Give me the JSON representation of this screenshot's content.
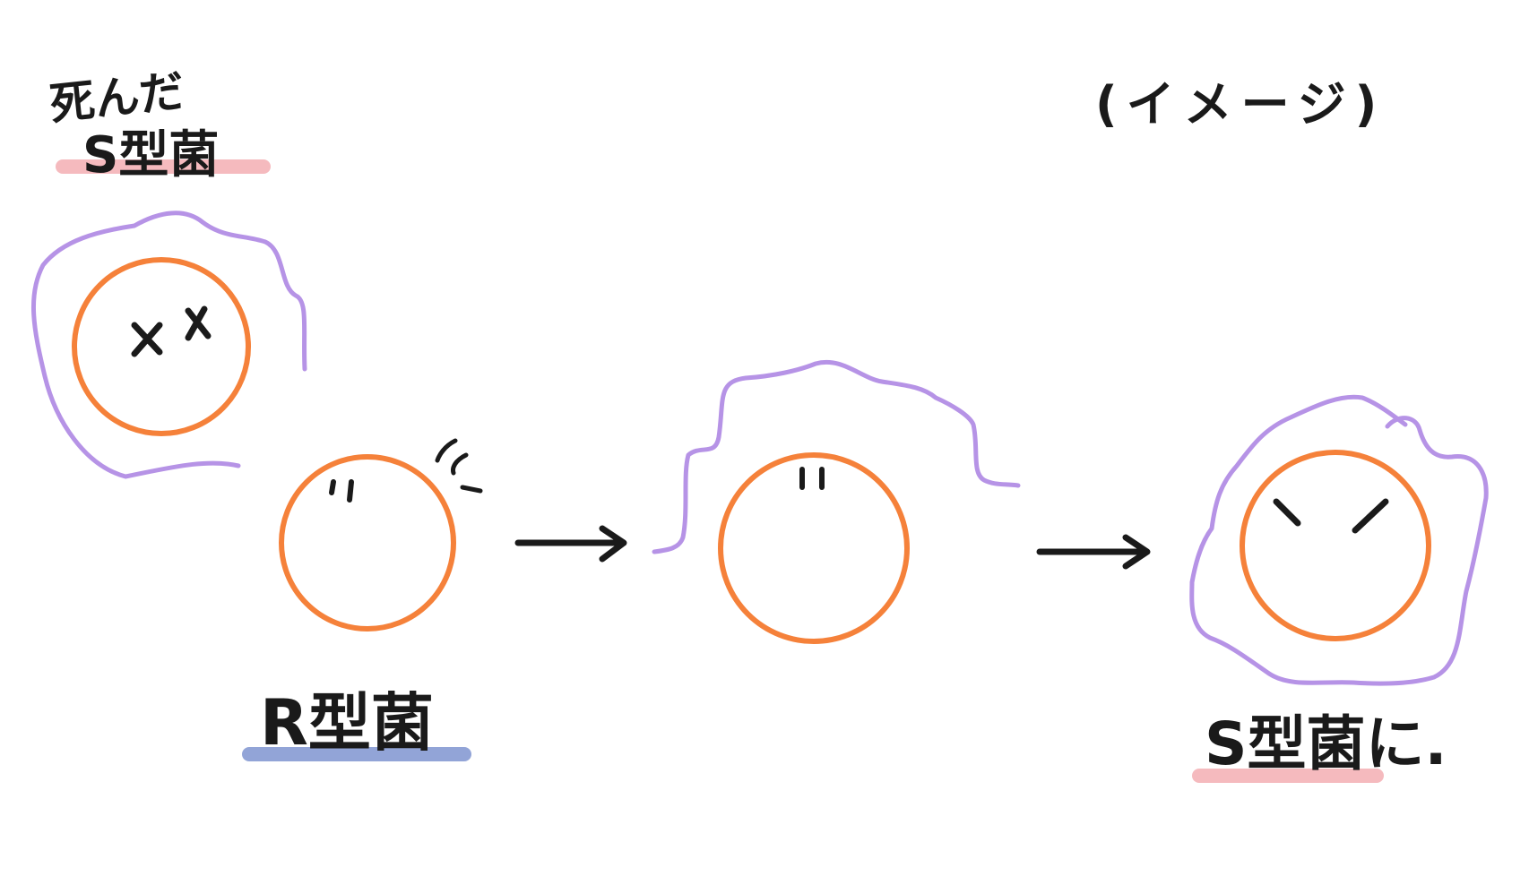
{
  "labels": {
    "dead_line1": "死んだ",
    "dead_line2": "S型菌",
    "r_type": "R型菌",
    "s_result": "S型菌に.",
    "image_note": "(イメージ)"
  },
  "icons": [
    "arrow-right-icon",
    "arrow-right-icon"
  ],
  "colors": {
    "cell_outline": "#f5813a",
    "capsule": "#b693e6",
    "ink": "#1a1a1a",
    "highlight_pink": "#f2a3a8",
    "highlight_blue": "#6e86c9"
  }
}
